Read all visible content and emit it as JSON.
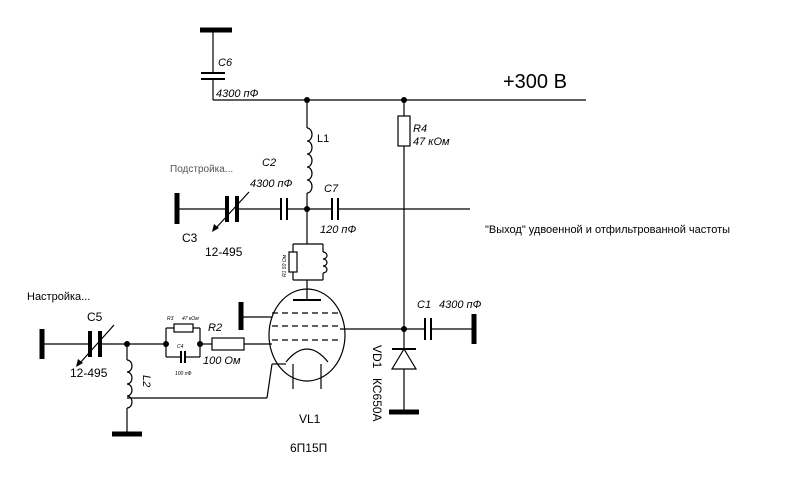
{
  "supply": "+300 В",
  "output_note": "\"Выход\" удвоенной и отфильтрованной частоты",
  "tuning_note": "Настройка...",
  "trim_note": "Подстройка...",
  "tube": {
    "ref": "VL1",
    "type": "6П15П"
  },
  "components": {
    "c6": {
      "ref": "C6",
      "value": "4300 пФ"
    },
    "l1": {
      "ref": "L1"
    },
    "r4": {
      "ref": "R4",
      "value": "47 кОм"
    },
    "c2": {
      "ref": "C2",
      "value": "4300 пФ"
    },
    "c7": {
      "ref": "C7",
      "value": "120 пФ"
    },
    "c3": {
      "ref": "C3",
      "value": "12-495"
    },
    "r1": {
      "ref": "R1",
      "value": "50 Ом"
    },
    "c1": {
      "ref": "C1",
      "value": "4300 пФ"
    },
    "c5": {
      "ref": "C5",
      "value": "12-495"
    },
    "r3": {
      "ref": "R3",
      "value": "47 кОм"
    },
    "c4": {
      "ref": "C4",
      "value": "100 пФ"
    },
    "r2": {
      "ref": "R2",
      "value": "100 Ом"
    },
    "l2": {
      "ref": "L2"
    },
    "vd1": {
      "ref": "VD1",
      "type": "КС650А"
    }
  }
}
